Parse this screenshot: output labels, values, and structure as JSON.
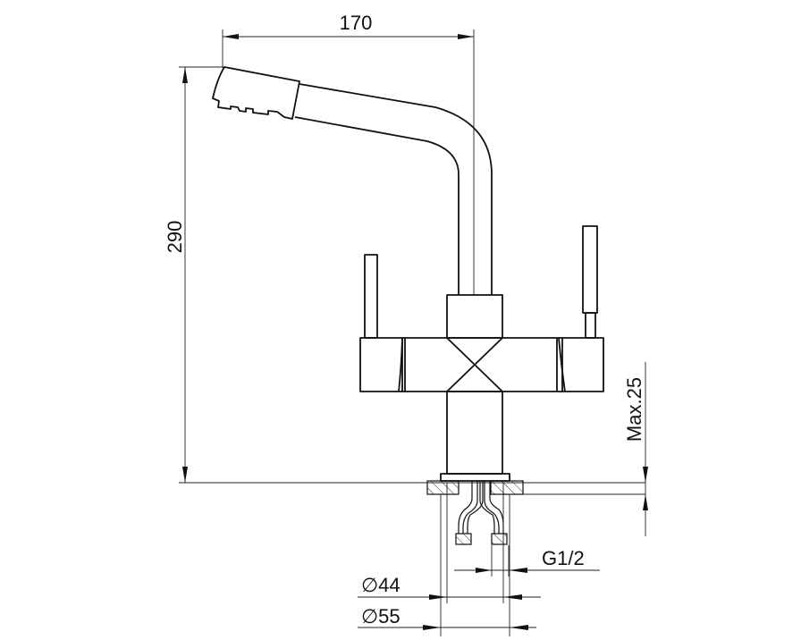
{
  "title": "Faucet dimension drawing",
  "dimensions": {
    "spout_reach": "170",
    "height": "290",
    "max_counter_thickness": "Max.25",
    "thread": "G1/2",
    "diameter_inner_label": "∅44",
    "diameter_outer_label": "∅55"
  },
  "colors": {
    "line": "#111111",
    "background": "#ffffff"
  }
}
